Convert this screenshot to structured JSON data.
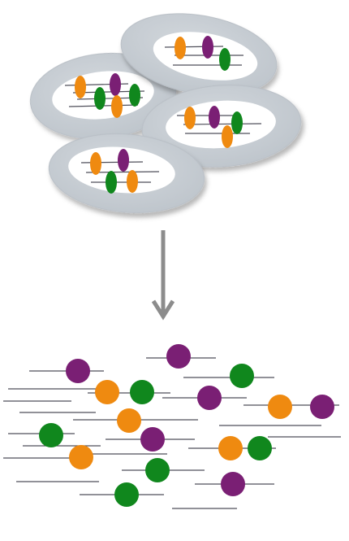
{
  "colors": {
    "background": "#ffffff",
    "cell_fill": "#c5cbd1",
    "cell_stroke": "#b9bfc6",
    "nucleus_fill": "#ffffff",
    "strand": "#4f4f5a",
    "arrow": "#8c8c8c",
    "orange": "#ef8a10",
    "purple": "#7a1f74",
    "green": "#10871d"
  },
  "figure": {
    "panels": [
      "cells-with-nuclei",
      "released-fragments"
    ],
    "arrow_direction": "down",
    "cell_count": 4
  }
}
